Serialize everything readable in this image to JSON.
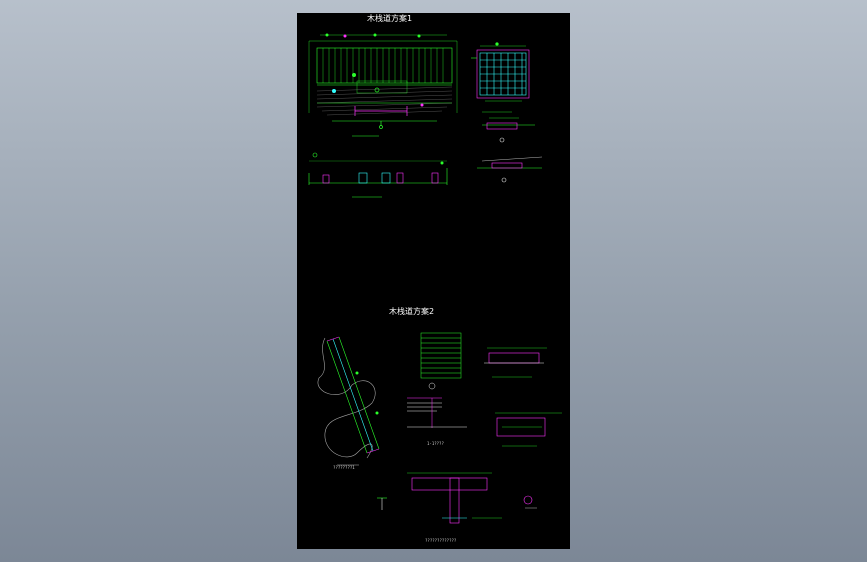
{
  "drawing": {
    "scheme1_title": "木栈道方案1",
    "scheme2_title": "木栈道方案2",
    "section_mark": "1-1????",
    "scale_note": "????????1",
    "footer_note": "?????????????"
  },
  "colors": {
    "background": "#000000",
    "line_green": "#2bff2b",
    "line_magenta": "#ff33ff",
    "line_cyan": "#33ffff",
    "line_white": "#e6e6e6",
    "line_yellow": "#ffff33"
  }
}
